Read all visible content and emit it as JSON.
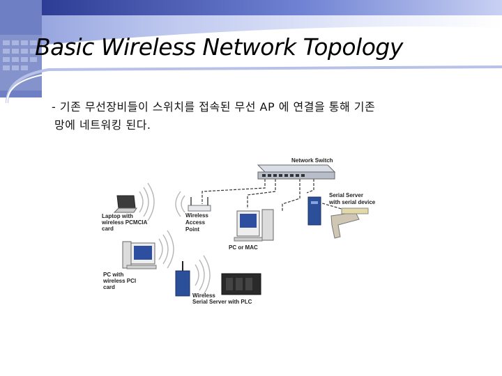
{
  "slide": {
    "title": "Basic Wireless Network Topology",
    "bullet_line1": "- 기존 무선장비들이 스위치를 접속된 무선 AP 에 연결을 통해 기존",
    "bullet_line2": "망에 네트워킹 된다."
  },
  "diagram": {
    "network_switch": "Network Switch",
    "serial_server_1": "Serial Server",
    "serial_server_2": "with serial device",
    "laptop_1": "Laptop with",
    "laptop_2": "wireless PCMCIA",
    "laptop_3": "card",
    "ap_1": "Wireless",
    "ap_2": "Access",
    "ap_3": "Point",
    "pc_mac": "PC or MAC",
    "pc_1": "PC with",
    "pc_2": "wireless PCI",
    "pc_3": "card",
    "wss_1": "Wireless",
    "wss_2": "Serial Server with PLC"
  },
  "colors": {
    "accent": "#4a64c8",
    "header_top": "#2e3f9a"
  }
}
